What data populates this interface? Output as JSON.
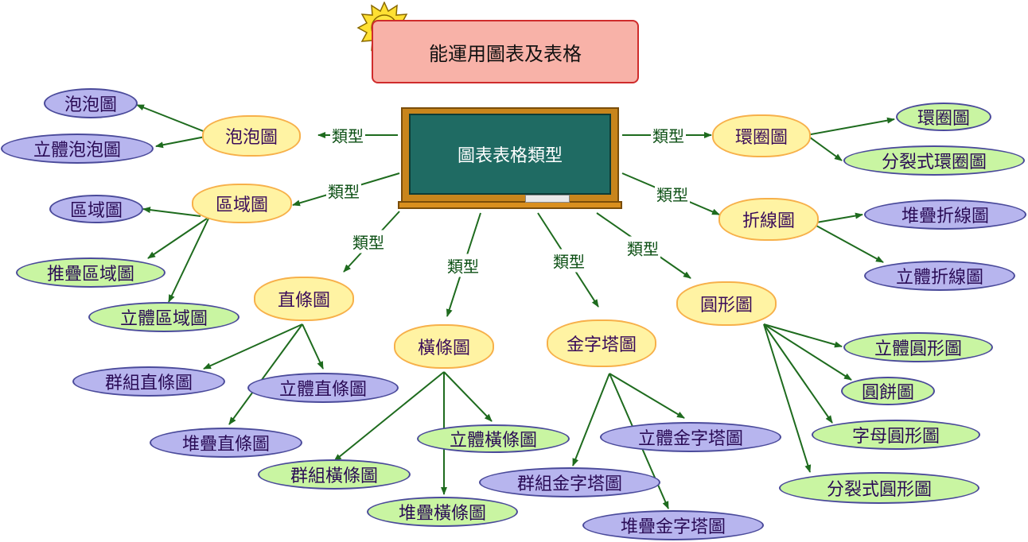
{
  "title": "能運用圖表及表格",
  "board_label": "圖表表格類型",
  "edge_label": "類型",
  "colors": {
    "edge": "#1e6b1e",
    "purple_fill": "#b7b5ee",
    "green_fill": "#c9f5a2",
    "cloud_fill": "#fff3a3"
  },
  "categories": [
    {
      "id": "bubble",
      "label": "泡泡圖",
      "children": [
        {
          "label": "泡泡圖",
          "color": "purple"
        },
        {
          "label": "立體泡泡圖",
          "color": "purple"
        }
      ]
    },
    {
      "id": "area",
      "label": "區域圖",
      "children": [
        {
          "label": "區域圖",
          "color": "purple"
        },
        {
          "label": "推疊區域圖",
          "color": "green"
        },
        {
          "label": "立體區域圖",
          "color": "green"
        }
      ]
    },
    {
      "id": "column",
      "label": "直條圖",
      "children": [
        {
          "label": "群組直條圖",
          "color": "purple"
        },
        {
          "label": "立體直條圖",
          "color": "purple"
        },
        {
          "label": "堆疊直條圖",
          "color": "purple"
        }
      ]
    },
    {
      "id": "bar",
      "label": "橫條圖",
      "children": [
        {
          "label": "立體橫條圖",
          "color": "green"
        },
        {
          "label": "群組橫條圖",
          "color": "green"
        },
        {
          "label": "堆疊橫條圖",
          "color": "green"
        }
      ]
    },
    {
      "id": "pyramid",
      "label": "金字塔圖",
      "children": [
        {
          "label": "立體金字塔圖",
          "color": "purple"
        },
        {
          "label": "群組金字塔圖",
          "color": "purple"
        },
        {
          "label": "堆疊金字塔圖",
          "color": "purple"
        }
      ]
    },
    {
      "id": "pie",
      "label": "圓形圖",
      "children": [
        {
          "label": "立體圓形圖",
          "color": "green"
        },
        {
          "label": "圓餅圖",
          "color": "green"
        },
        {
          "label": "字母圓形圖",
          "color": "green"
        },
        {
          "label": "分裂式圓形圖",
          "color": "green"
        }
      ]
    },
    {
      "id": "doughnut",
      "label": "環圈圖",
      "children": [
        {
          "label": "環圈圖",
          "color": "green"
        },
        {
          "label": "分裂式環圈圖",
          "color": "green"
        }
      ]
    },
    {
      "id": "line",
      "label": "折線圖",
      "children": [
        {
          "label": "堆疊折線圖",
          "color": "purple"
        },
        {
          "label": "立體折線圖",
          "color": "purple"
        }
      ]
    }
  ]
}
